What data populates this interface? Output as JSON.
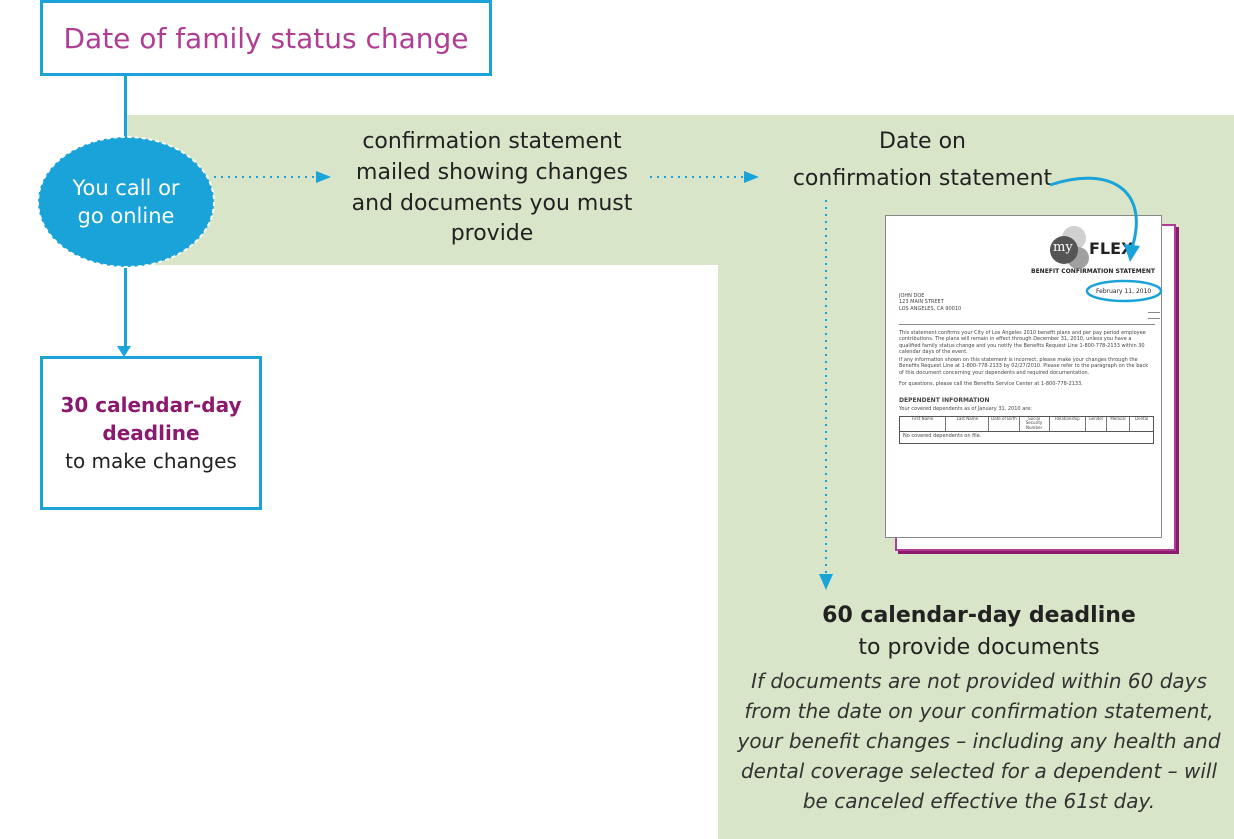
{
  "title": "Date of family status change",
  "nodes": {
    "call_online": "You call or go online",
    "confirmation_mailed": "confirmation statement mailed showing changes and documents you must provide",
    "date_on_statement_line1": "Date on",
    "date_on_statement_line2": "confirmation statement",
    "deadline30_bold": "30 calendar-day deadline",
    "deadline30_rest": "to make changes",
    "deadline60_bold": "60 calendar-day deadline",
    "deadline60_rest": "to provide documents",
    "warning": "If documents are not provided within 60 days from the date on your confirmation statement, your benefit changes – including any health and dental coverage selected for a dependent – will be canceled effective the 61st day."
  },
  "document": {
    "logo_my": "my",
    "logo_flex": "FLEX",
    "heading": "BENEFIT CONFIRMATION STATEMENT",
    "date": "February 11, 2010",
    "addr1": "JOHN DOE",
    "addr2": "123 MAIN STREET",
    "addr3": "LOS ANGELES, CA 90010",
    "para1": "This statement confirms your City of Los Angeles 2010 benefit plans and per pay period employee contributions. The plans will remain in effect through December 31, 2010, unless you have a qualified family status change and you notify the Benefits Request Line 1-800-778-2133 within 30 calendar days of the event.",
    "para2": "If any information shown on this statement is incorrect, please make your changes through the Benefits Request Line at 1-800-778-2133 by 02/27/2010. Please refer to the paragraph on the back of this document concerning your dependents and required documentation.",
    "para3": "For questions, please call the Benefits Service Center at 1-800-778-2133.",
    "section": "DEPENDENT INFORMATION",
    "section_sub": "Your covered dependents as of January 31, 2010 are:",
    "table_headers": [
      "First Name",
      "Last Name",
      "Date of Birth",
      "Social Security Number",
      "Relationship",
      "Gender",
      "Medical",
      "Dental"
    ],
    "table_note": "No covered dependents on file."
  },
  "colors": {
    "accent_blue": "#1aa3d9",
    "title_purple": "#b03d94",
    "deadline_purple": "#8a1a6e",
    "panel_green": "#d8e5c8"
  }
}
